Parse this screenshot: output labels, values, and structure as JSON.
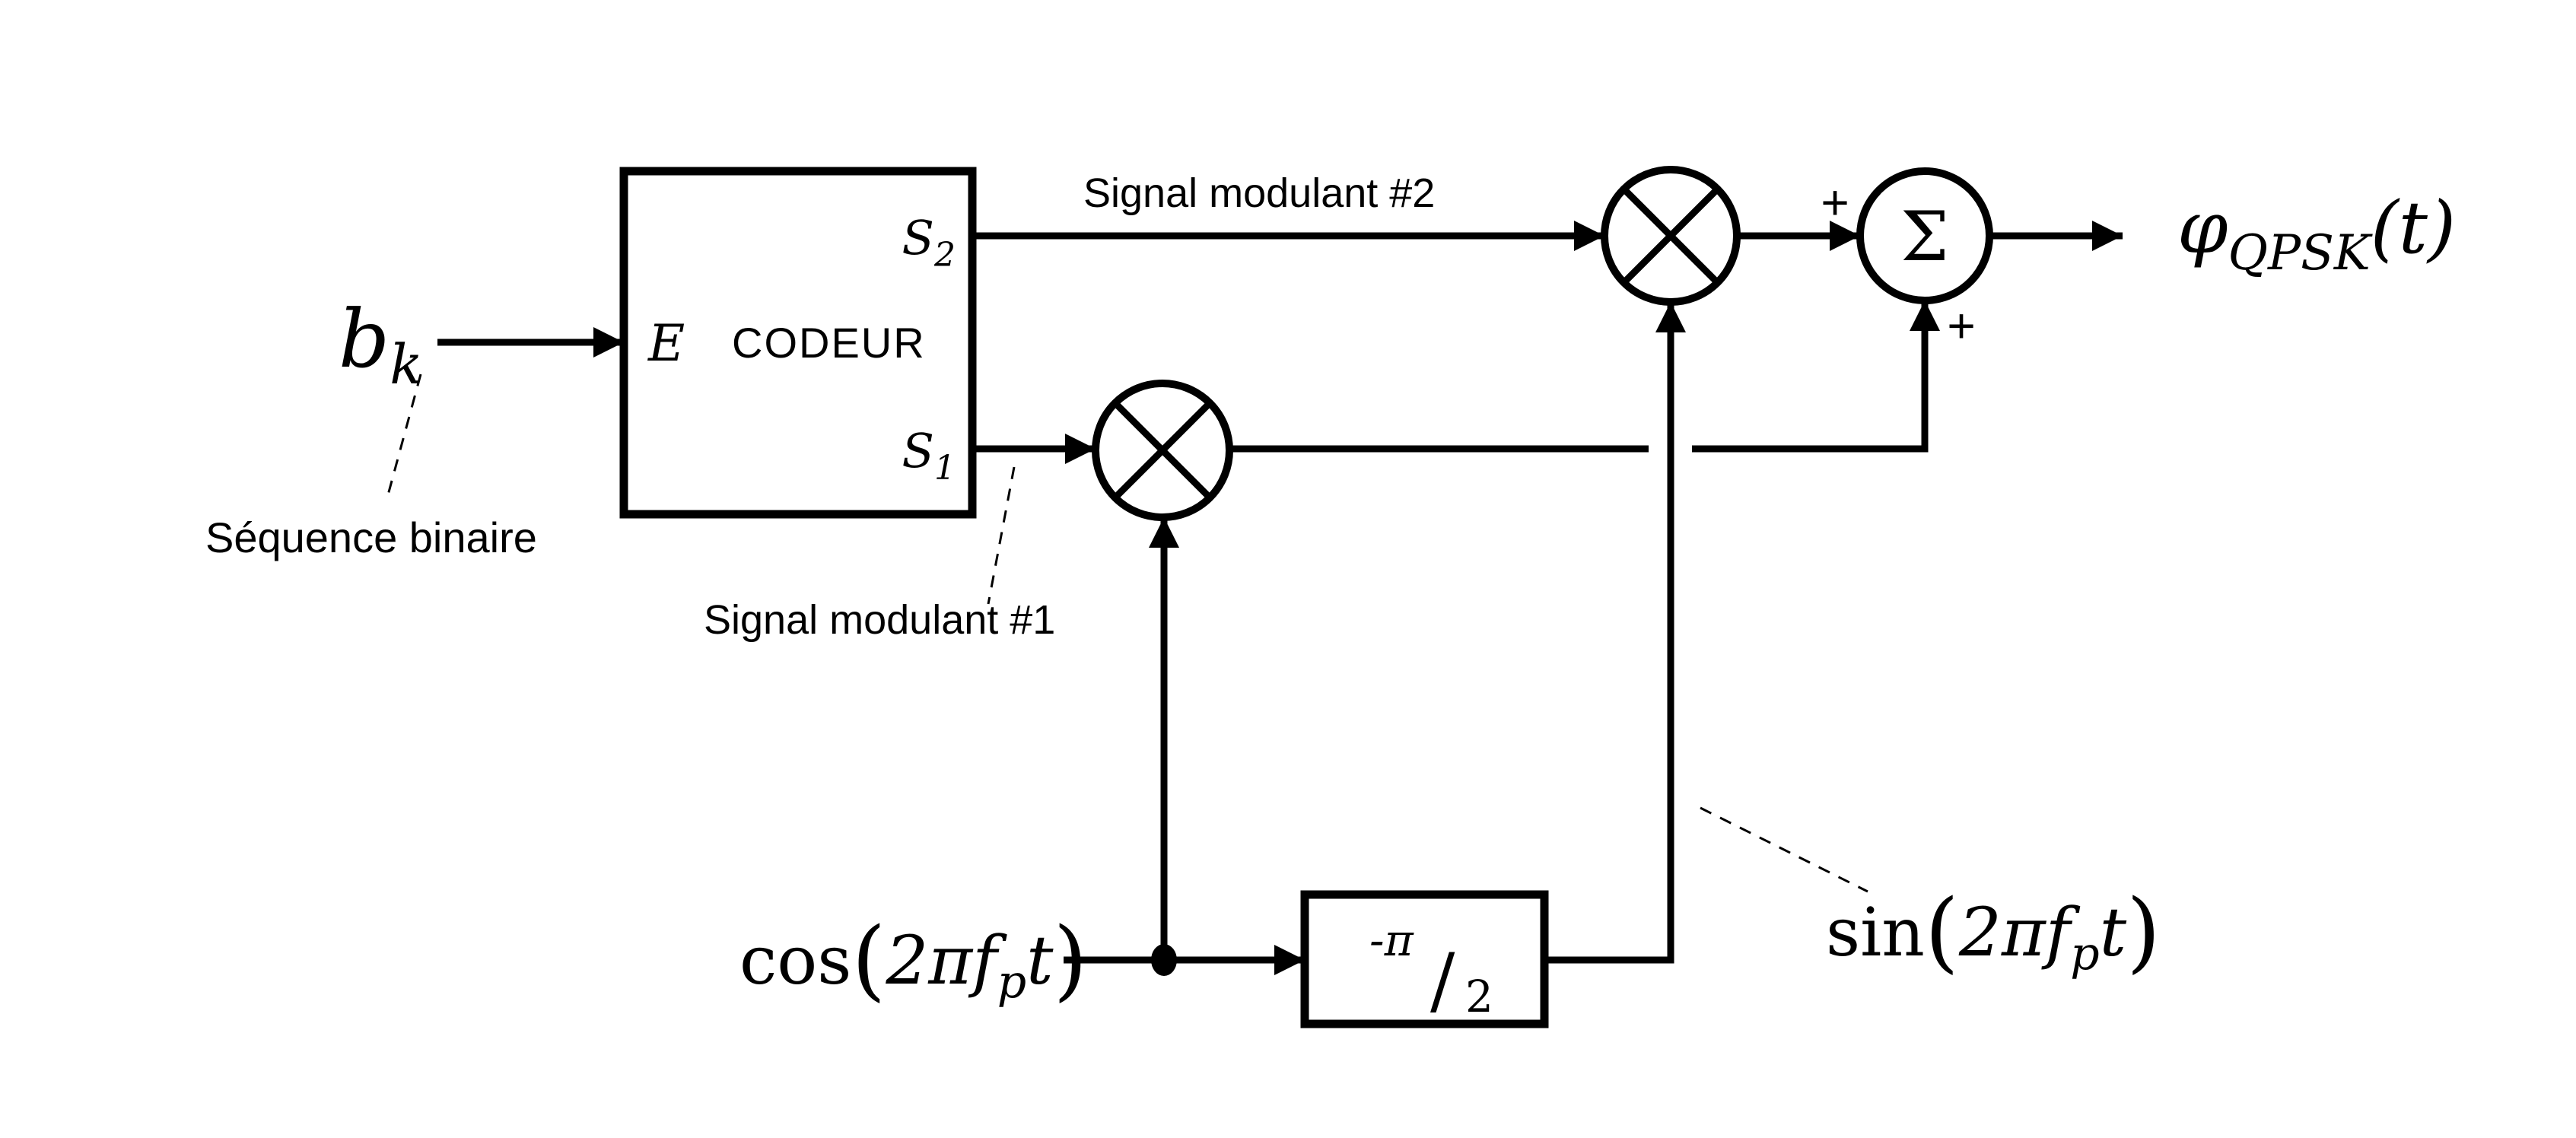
{
  "page": {
    "background": "#ffffff",
    "ink": "#000000"
  },
  "diagram": {
    "input": {
      "symbol_base": "b",
      "symbol_sub": "k",
      "caption": "Séquence binaire"
    },
    "encoder": {
      "port_in": "E",
      "name": "CODEUR",
      "out_top_base": "S",
      "out_top_sub": "2",
      "out_bottom_base": "S",
      "out_bottom_sub": "1"
    },
    "wire_labels": {
      "signal2": "Signal modulant #2",
      "signal1": "Signal modulant #1"
    },
    "cos_carrier": {
      "fn": "cos",
      "open": "(",
      "coef": "2π",
      "freq": "f",
      "freq_sub": "p",
      "var": "t",
      "close": ")"
    },
    "sin_carrier": {
      "fn": "sin",
      "open": "(",
      "coef": "2π",
      "freq": "f",
      "freq_sub": "p",
      "var": "t",
      "close": ")"
    },
    "phase_shift": {
      "numerator": "-π",
      "slash": "/",
      "denominator": "2"
    },
    "summer": {
      "symbol": "Σ",
      "plus_top": "+",
      "plus_bottom": "+"
    },
    "output": {
      "symbol": "φ",
      "sub": "QPSK",
      "arg": "(t)"
    }
  }
}
